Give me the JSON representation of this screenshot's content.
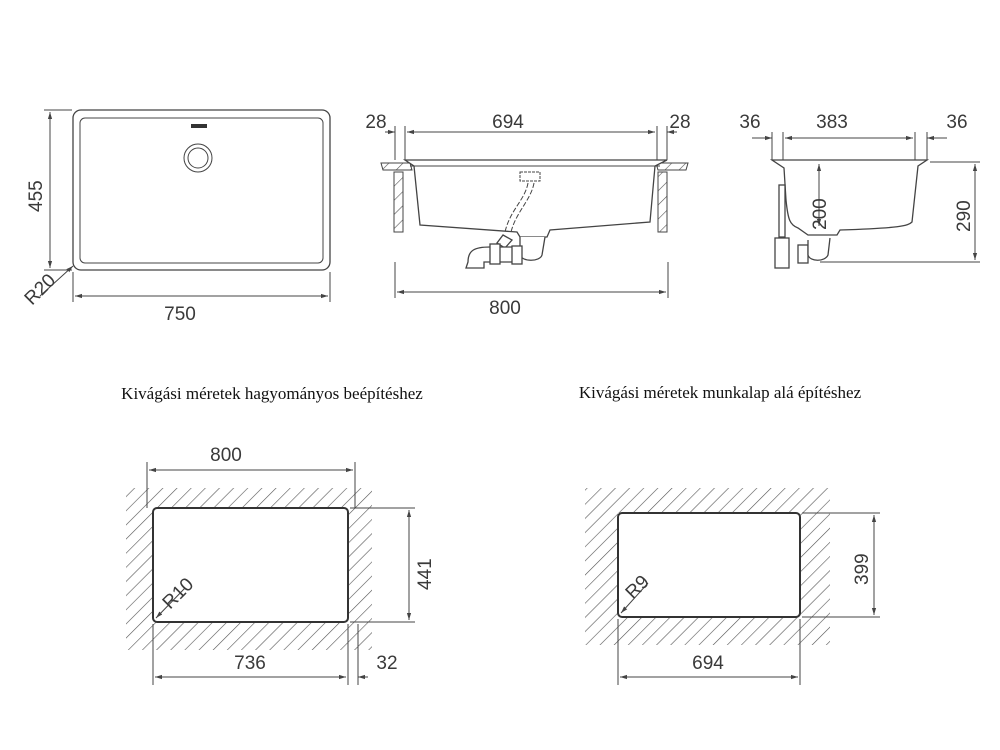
{
  "top_view": {
    "height": "455",
    "width": "750",
    "radius": "R20"
  },
  "front_view": {
    "left_rim": "28",
    "inner_width": "694",
    "right_rim": "28",
    "overall_width": "800"
  },
  "side_view": {
    "left_rim": "36",
    "inner_depth": "383",
    "right_rim": "36",
    "bowl_depth": "200",
    "overall_height": "290"
  },
  "cutout_standard": {
    "title": "Kivágási méretek hagyományos beépítéshez",
    "outer_width": "800",
    "cut_width": "736",
    "margin": "32",
    "cut_height": "441",
    "radius": "R10"
  },
  "cutout_undermount": {
    "title": "Kivágási méretek munkalap alá építéshez",
    "cut_width": "694",
    "cut_height": "399",
    "radius": "R9"
  },
  "colors": {
    "line": "#444444",
    "background": "#ffffff"
  }
}
